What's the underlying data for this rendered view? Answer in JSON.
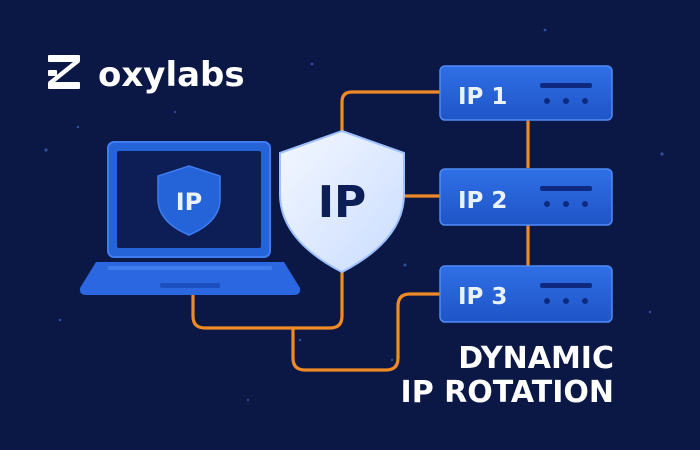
{
  "brand": {
    "name": "oxylabs",
    "logo_icon": "oxylabs-z-logo"
  },
  "laptop": {
    "badge": "IP"
  },
  "shield": {
    "label": "IP"
  },
  "servers": [
    {
      "label": "IP 1"
    },
    {
      "label": "IP 2"
    },
    {
      "label": "IP 3"
    }
  ],
  "headline": {
    "line1": "DYNAMIC",
    "line2": "IP ROTATION"
  },
  "colors": {
    "background": "#0b1744",
    "accent_blue": "#2563d9",
    "connector_orange": "#f08a24",
    "shield_white": "#eaf2ff"
  }
}
